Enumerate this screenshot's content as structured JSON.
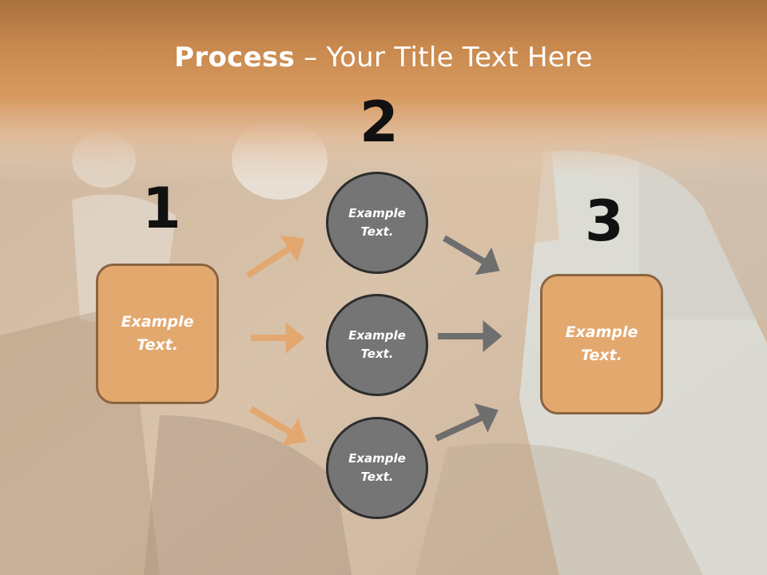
{
  "slide": {
    "title_bold": "Process",
    "title_rest": " – Your Title Text Here",
    "colors": {
      "header_orange": "#d0945a",
      "box_fill": "#e3a86e",
      "box_border": "#8a6440",
      "circle_fill": "#757575",
      "circle_border": "#2d2d2d",
      "arrow_orange": "#e3a870",
      "arrow_gray": "#6e6e6e"
    },
    "step_numbers": {
      "one": "1",
      "two": "2",
      "three": "3"
    },
    "left_box": {
      "text": "Example\nText."
    },
    "right_box": {
      "text": "Example\nText."
    },
    "circles": [
      {
        "text": "Example\nText."
      },
      {
        "text": "Example\nText."
      },
      {
        "text": "Example\nText."
      }
    ],
    "background_image": "stationary-cycling-class-photo"
  }
}
